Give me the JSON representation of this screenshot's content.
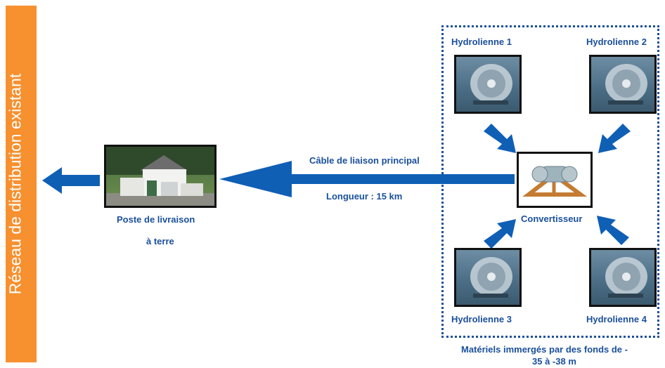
{
  "sidebar": {
    "label": "Réseau de distribution existant"
  },
  "turbines": [
    {
      "label": "Hydrolienne 1"
    },
    {
      "label": "Hydrolienne 2"
    },
    {
      "label": "Hydrolienne 3"
    },
    {
      "label": "Hydrolienne 4"
    }
  ],
  "converter": {
    "label": "Convertisseur"
  },
  "cable": {
    "title": "Câble de liaison principal",
    "length": "Longueur : 15 km"
  },
  "station": {
    "line1": "Poste de livraison",
    "line2": "à terre"
  },
  "footer": {
    "line1": "Matériels immergés par des fonds de -",
    "line2": "35 à -38 m"
  },
  "colors": {
    "accent": "#f7902f",
    "arrow": "#0f5fb5",
    "text": "#1a4f9c"
  }
}
